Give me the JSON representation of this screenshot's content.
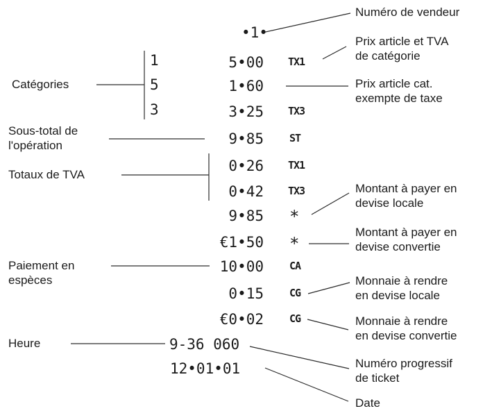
{
  "receipt": {
    "vendor": "•1•",
    "categories": [
      "1",
      "5",
      "3"
    ],
    "rows": [
      {
        "amount": "5•00",
        "code": "TX1"
      },
      {
        "amount": "1•60",
        "code": ""
      },
      {
        "amount": "3•25",
        "code": "TX3"
      },
      {
        "amount": "9•85",
        "code": "ST"
      },
      {
        "amount": "0•26",
        "code": "TX1"
      },
      {
        "amount": "0•42",
        "code": "TX3"
      },
      {
        "amount": "9•85",
        "code": "*"
      },
      {
        "amount": "€1•50",
        "code": "*"
      },
      {
        "amount": "10•00",
        "code": "CA"
      },
      {
        "amount": "0•15",
        "code": "CG"
      },
      {
        "amount": "€0•02",
        "code": "CG"
      }
    ],
    "time_line": "9-36 060",
    "date_line": "12•01•01"
  },
  "left_labels": {
    "categories": "Catégories",
    "subtotal": "Sous-total de\nl'opération",
    "vat_totals": "Totaux de TVA",
    "cash_payment": "Paiement en\nespèces",
    "time": "Heure"
  },
  "right_labels": {
    "vendor_number": "Numéro de vendeur",
    "item_price_vat": "Prix article et TVA\nde catégorie",
    "item_price_exempt": "Prix article cat.\nexempte de taxe",
    "amount_local": "Montant à payer en\ndevise locale",
    "amount_converted": "Montant à payer en\ndevise convertie",
    "change_local": "Monnaie à rendre\nen devise locale",
    "change_converted": "Monnaie à rendre\nen devise convertie",
    "ticket_number": "Numéro progressif\nde ticket",
    "date": "Date"
  }
}
